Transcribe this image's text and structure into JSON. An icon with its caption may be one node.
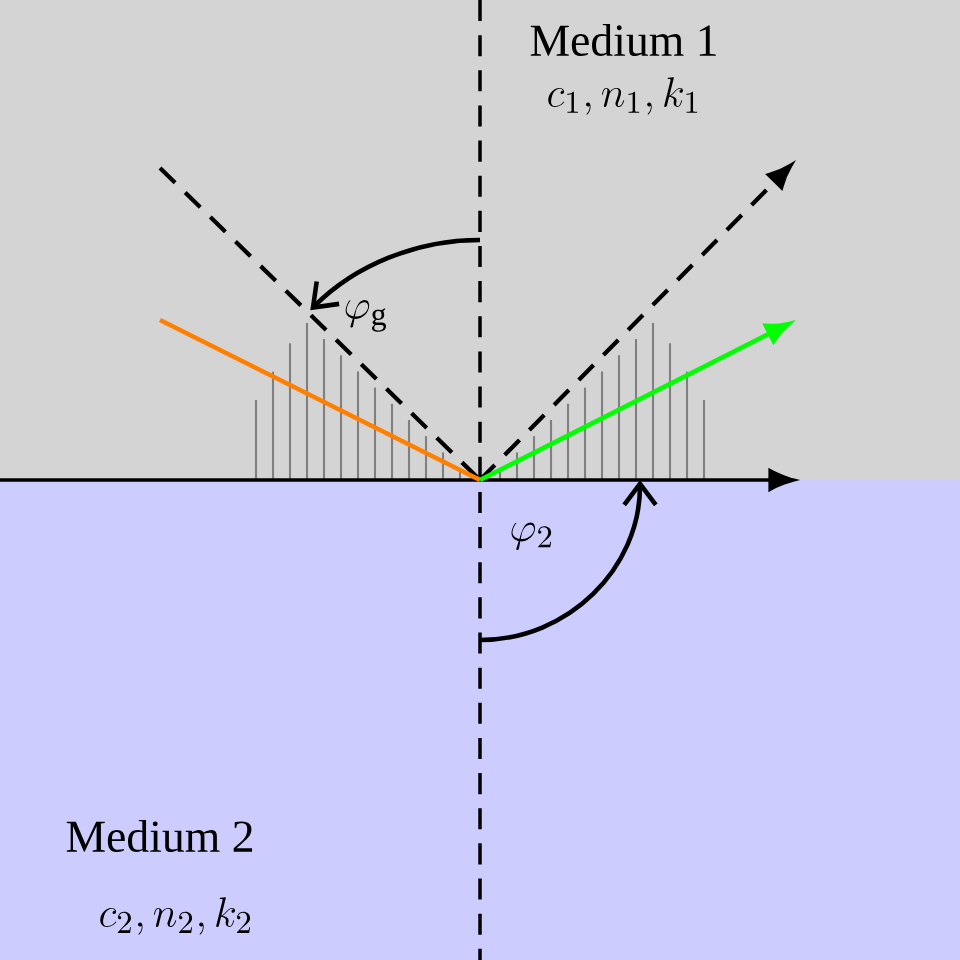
{
  "diagram": {
    "labels": [
      "Medium 1",
      "c_1, n_1, k_1",
      "\\varphi_\\mathrm{g}",
      "\\varphi_2",
      "Medium 2",
      "c_2, n_2, k_2"
    ]
  }
}
